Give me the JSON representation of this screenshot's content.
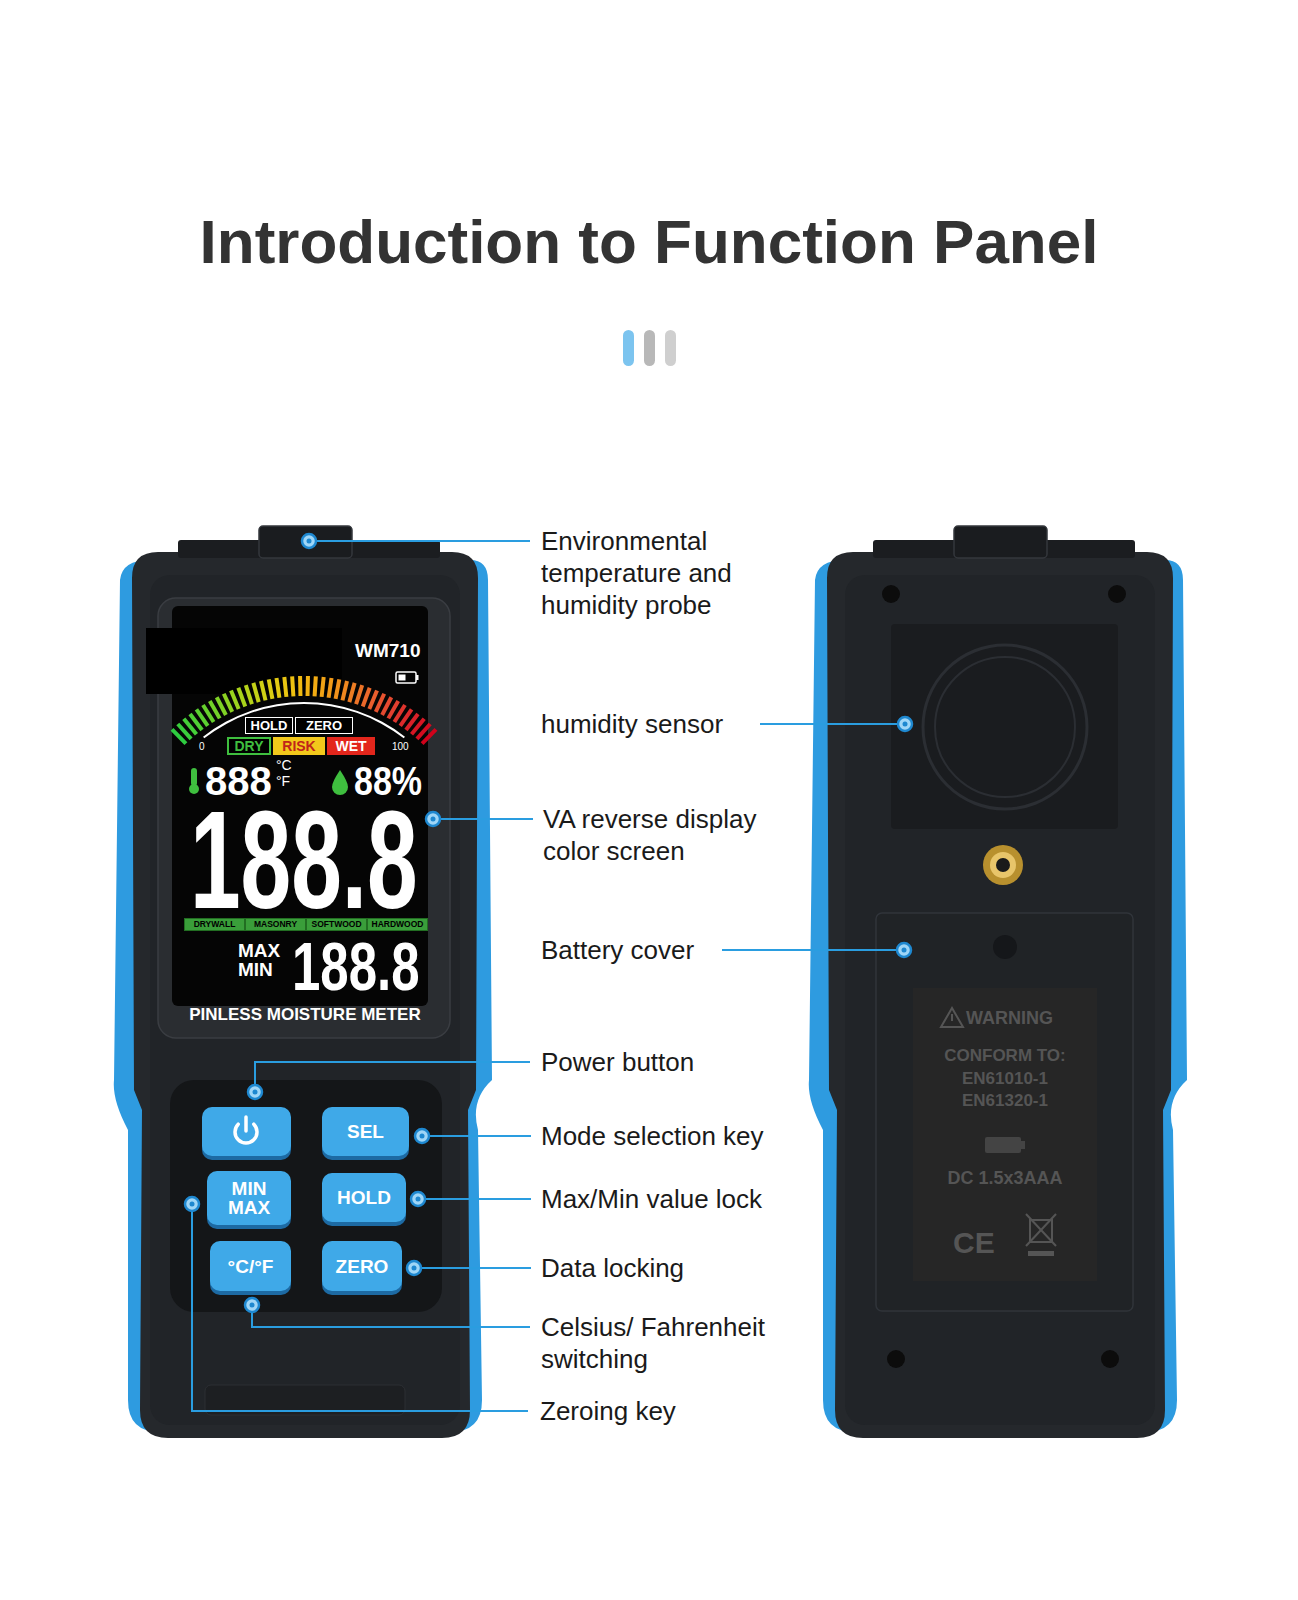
{
  "diagram": {
    "title": "Introduction to Function Panel",
    "nodes": [
      {
        "text": [
          "HOLD"
        ]
      },
      {
        "text": [
          "ZERO"
        ]
      },
      {
        "text": [
          "DRY"
        ]
      },
      {
        "text": [
          "RISK"
        ]
      },
      {
        "text": [
          "WET"
        ]
      },
      {
        "text": [
          "DRYWALL"
        ]
      },
      {
        "text": [
          "MASONRY"
        ]
      },
      {
        "text": [
          "SOFTWOOD"
        ]
      },
      {
        "text": [
          "HARDWOOD"
        ]
      },
      {
        "text": [
          "SEL"
        ]
      },
      {
        "text": [
          "MIN MAX"
        ]
      },
      {
        "text": [
          "HOLD"
        ]
      },
      {
        "text": [
          "°C/°F"
        ]
      },
      {
        "text": [
          "ZERO"
        ]
      }
    ],
    "labels": [
      "Environmental temperature and humidity probe",
      "WM710",
      "humidity sensor",
      "0",
      "100",
      "888",
      "°C",
      "°F",
      "88%",
      "VA reverse display color screen",
      "188.8",
      "Battery cover",
      "MAX",
      "MIN",
      "188.8",
      "WARNING",
      "CONFORM TO:",
      "EN61010-1",
      "EN61320-1",
      "PINLESS MOISTURE METER",
      "Power button",
      "Mode selection key",
      "DC 1.5x3AAA",
      "Max/Min value lock",
      "CE",
      "Data locking",
      "Celsius/ Fahrenheit switching",
      "Zeroing key"
    ]
  }
}
